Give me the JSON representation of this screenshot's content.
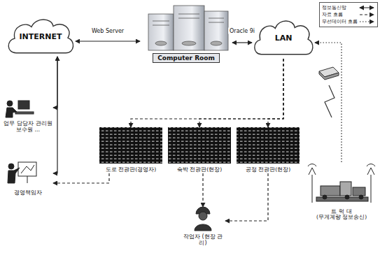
{
  "diagram": {
    "nodes": [
      {
        "text": [
          "INTERNET"
        ]
      },
      {
        "text": [
          "Computer Room"
        ]
      },
      {
        "text": [
          "LAN"
        ]
      },
      {
        "text": [
          "업무 담당자 관리원 보수원 ..."
        ]
      },
      {
        "text": [
          "경영책임자"
        ]
      },
      {
        "text": [
          "도로 전광판(경영자)"
        ]
      },
      {
        "text": [
          "숙박 전광판(현장)"
        ]
      },
      {
        "text": [
          "공정 전광판(현장)"
        ]
      },
      {
        "text": [
          "작업자 (현장 관리)"
        ]
      },
      {
        "text": [
          "트 럭 대",
          "(무게계량 정보송신)"
        ]
      }
    ],
    "edges": [
      {
        "from": 0,
        "to": 1,
        "arrow": "both",
        "label": "Web Server"
      },
      {
        "from": 1,
        "to": 2,
        "arrow": "both",
        "label": "Oracle 9i"
      },
      {
        "from": 0,
        "to": 3,
        "arrow": "both"
      },
      {
        "from": 0,
        "to": 4,
        "arrow": "both"
      },
      {
        "from": 2,
        "to": 5,
        "arrow": "to"
      },
      {
        "from": 2,
        "to": 6,
        "arrow": "to"
      },
      {
        "from": 2,
        "to": 7,
        "arrow": "to"
      },
      {
        "from": 5,
        "to": 4,
        "arrow": "to"
      },
      {
        "from": 6,
        "to": 8,
        "arrow": "to"
      },
      {
        "from": 7,
        "to": 8,
        "arrow": "to"
      },
      {
        "from": 9,
        "to": 2,
        "arrow": "to"
      }
    ],
    "legend": [
      {
        "text": "정보통신망"
      },
      {
        "text": "자료 흐름"
      },
      {
        "text": "무선데이터 흐름"
      }
    ]
  }
}
